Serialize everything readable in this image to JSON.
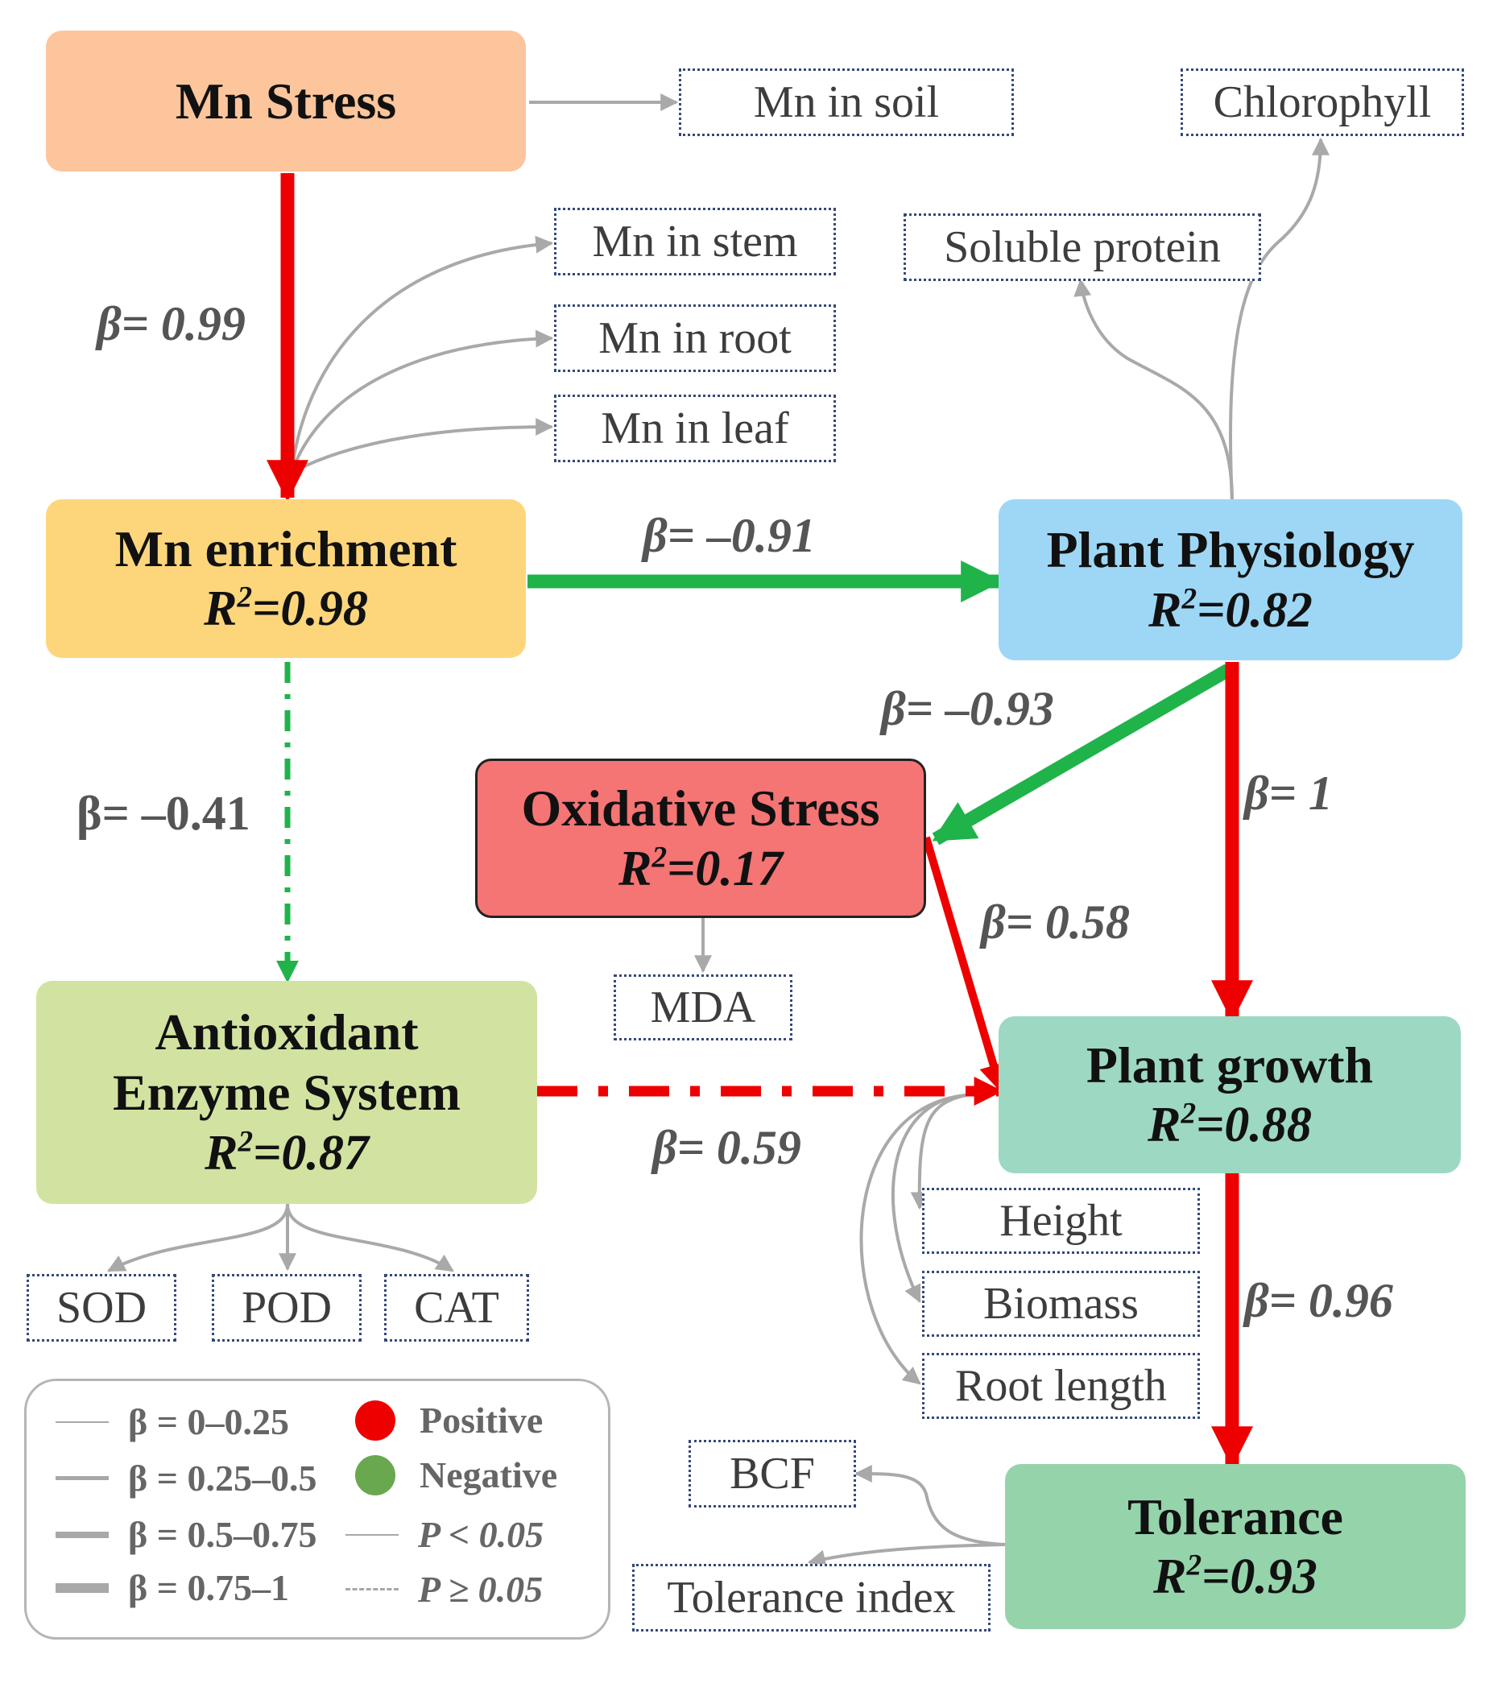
{
  "nodes": {
    "mn_stress": {
      "title": "Mn Stress",
      "color": "#fcc59c"
    },
    "mn_enrichment": {
      "title": "Mn enrichment",
      "r2": "=0.98",
      "color": "#fdd67c"
    },
    "plant_physiology": {
      "title": "Plant Physiology",
      "r2": "=0.82",
      "color": "#9ed7f5"
    },
    "oxidative_stress": {
      "title": "Oxidative Stress",
      "r2": "=0.17",
      "color": "#f57474"
    },
    "antioxidant": {
      "title_line1": "Antioxidant",
      "title_line2": "Enzyme System",
      "r2": "=0.87",
      "color": "#d2e3a1"
    },
    "plant_growth": {
      "title": "Plant growth",
      "r2": "=0.88",
      "color": "#9dd8c2"
    },
    "tolerance": {
      "title": "Tolerance",
      "r2": "=0.93",
      "color": "#95d4ab"
    }
  },
  "r2_symbol": {
    "letter": "R",
    "exponent": "2"
  },
  "indicators": {
    "mn_in_soil": "Mn in soil",
    "chlorophyll": "Chlorophyll",
    "mn_in_stem": "Mn in stem",
    "soluble_protein": "Soluble protein",
    "mn_in_root": "Mn in root",
    "mn_in_leaf": "Mn in leaf",
    "mda": "MDA",
    "sod": "SOD",
    "pod": "POD",
    "cat": "CAT",
    "height": "Height",
    "biomass": "Biomass",
    "root_length": "Root length",
    "bcf": "BCF",
    "tolerance_index": "Tolerance index"
  },
  "paths": {
    "stress_to_enrichment": "β= 0.99",
    "enrichment_to_physiology": "β= –0.91",
    "physiology_to_oxidative": "β= –0.93",
    "physiology_to_growth": "β= 1",
    "enrichment_to_antioxidant": "β= –0.41",
    "oxidative_to_growth": "β= 0.58",
    "antioxidant_to_growth": "β= 0.59",
    "growth_to_tolerance": "β= 0.96"
  },
  "colors": {
    "positive": "#ee0000",
    "negative": "#1fb34a",
    "indicator_arrow": "#a9a9a9",
    "indicator_border": "#34497a"
  },
  "legend": {
    "widths": [
      "β = 0–0.25",
      "β = 0.25–0.5",
      "β = 0.5–0.75",
      "β = 0.75–1"
    ],
    "positive": "Positive",
    "negative": "Negative",
    "significant": "P < 0.05",
    "nonsignificant": "P ≥ 0.05",
    "positive_color": "#ee0000",
    "negative_color": "#6aa84f"
  }
}
